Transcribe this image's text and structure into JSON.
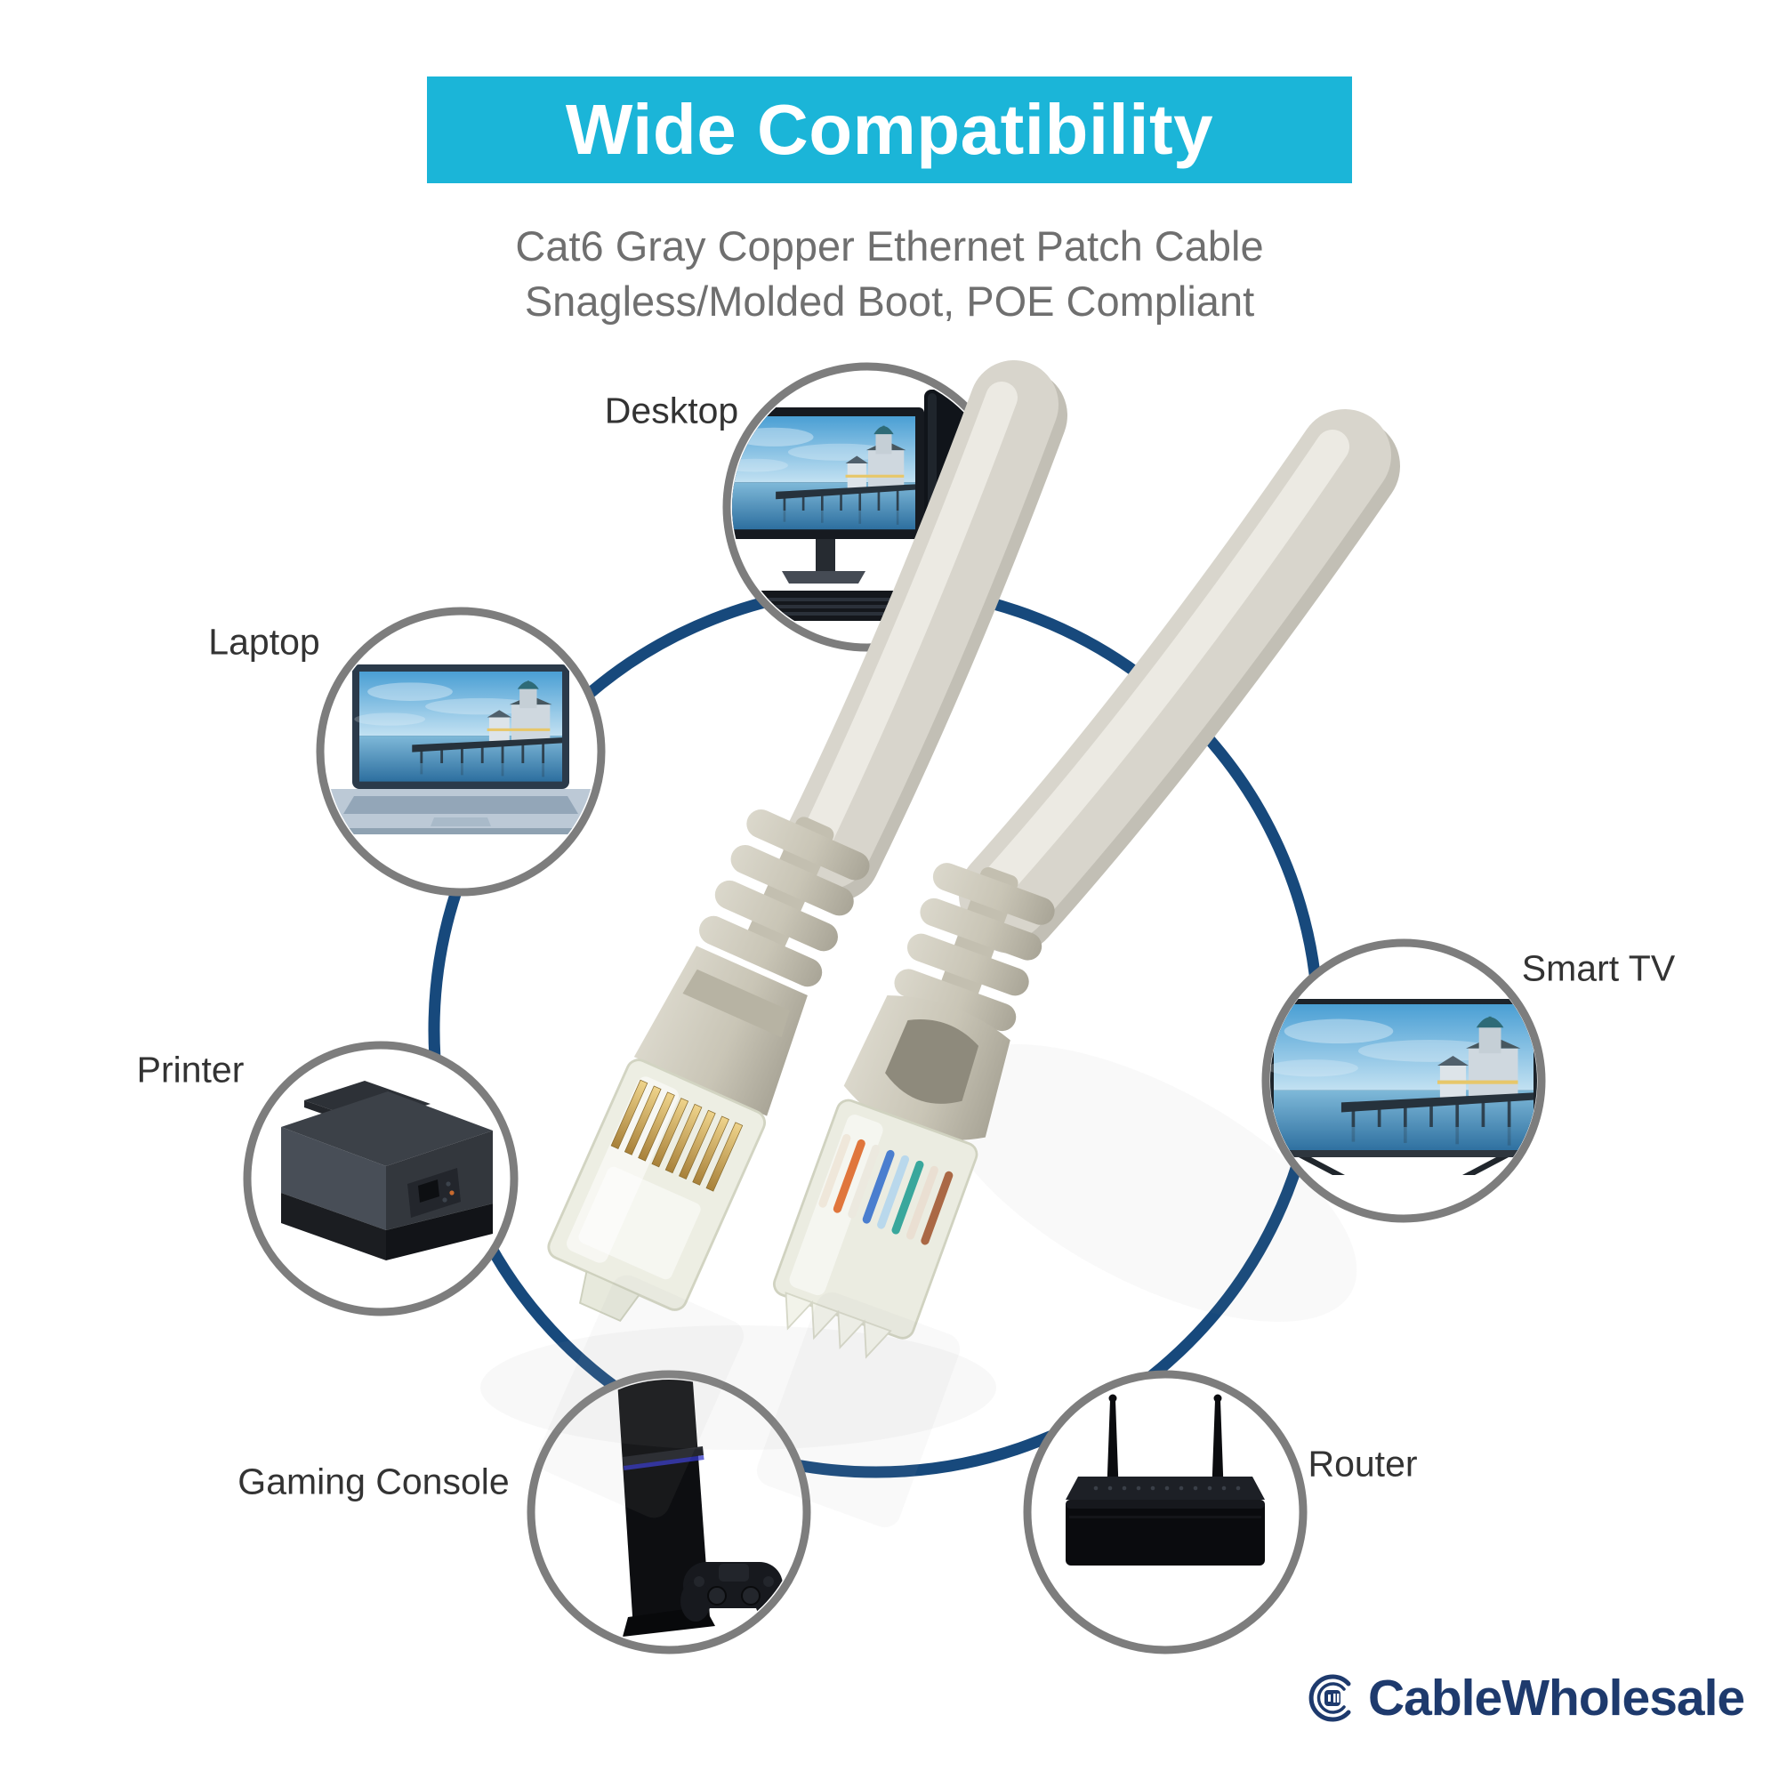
{
  "banner": {
    "title": "Wide Compatibility",
    "bg_color": "#1bb5d8",
    "text_color": "#ffffff"
  },
  "subtitle": {
    "line1": "Cat6 Gray Copper Ethernet Patch Cable",
    "line2": "Snagless/Molded Boot, POE Compliant"
  },
  "devices": [
    {
      "id": "desktop",
      "label": "Desktop"
    },
    {
      "id": "laptop",
      "label": "Laptop"
    },
    {
      "id": "printer",
      "label": "Printer"
    },
    {
      "id": "gaming-console",
      "label": "Gaming Console"
    },
    {
      "id": "router",
      "label": "Router"
    },
    {
      "id": "smart-tv",
      "label": "Smart TV"
    }
  ],
  "logo": {
    "text": "CableWholesale",
    "color": "#1e3a6d"
  },
  "colors": {
    "banner_bg": "#1bb5d8",
    "ring_navy": "#17497c",
    "device_circle_border": "#7d7d7d",
    "label_text": "#333333",
    "subtitle_text": "#6f6f6f",
    "cable_gray": "#d8d5cc",
    "connector_boot": "#c6c2b3",
    "gold_pins": "#c9a34f"
  }
}
